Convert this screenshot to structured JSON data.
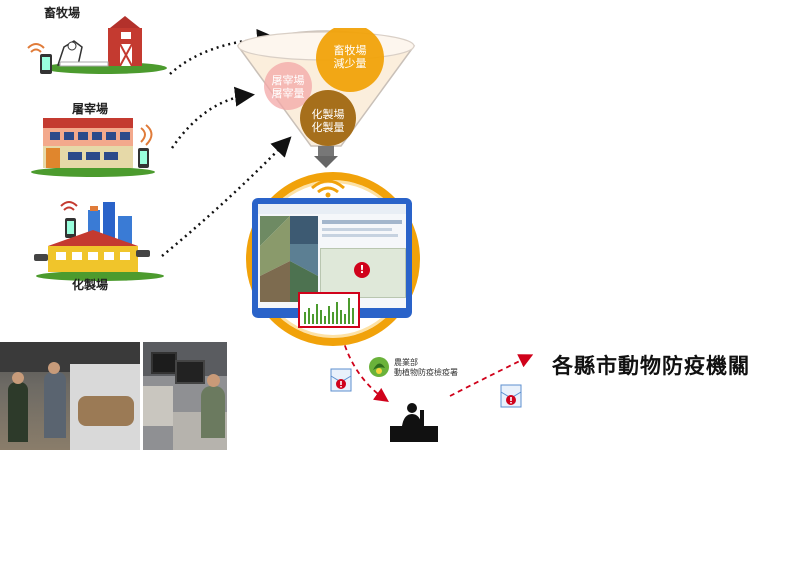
{
  "sources": {
    "farm": {
      "label": "畜牧場"
    },
    "slaughterhouse": {
      "label": "屠宰場"
    },
    "processing": {
      "label": "化製場"
    }
  },
  "funnel": {
    "farm_bubble": [
      "畜牧場",
      "減少量"
    ],
    "slaughter_bubble": [
      "屠宰場",
      "屠宰量"
    ],
    "processing_bubble": [
      "化製場",
      "化製量"
    ]
  },
  "agency": {
    "line1": "農業部",
    "line2": "動植物防疫檢疫署"
  },
  "destination": {
    "label": "各縣市動物防疫機關"
  },
  "colors": {
    "alert_red": "#d0021b",
    "funnel_orange": "#f1a20a",
    "screen_blue": "#2a63c9"
  }
}
